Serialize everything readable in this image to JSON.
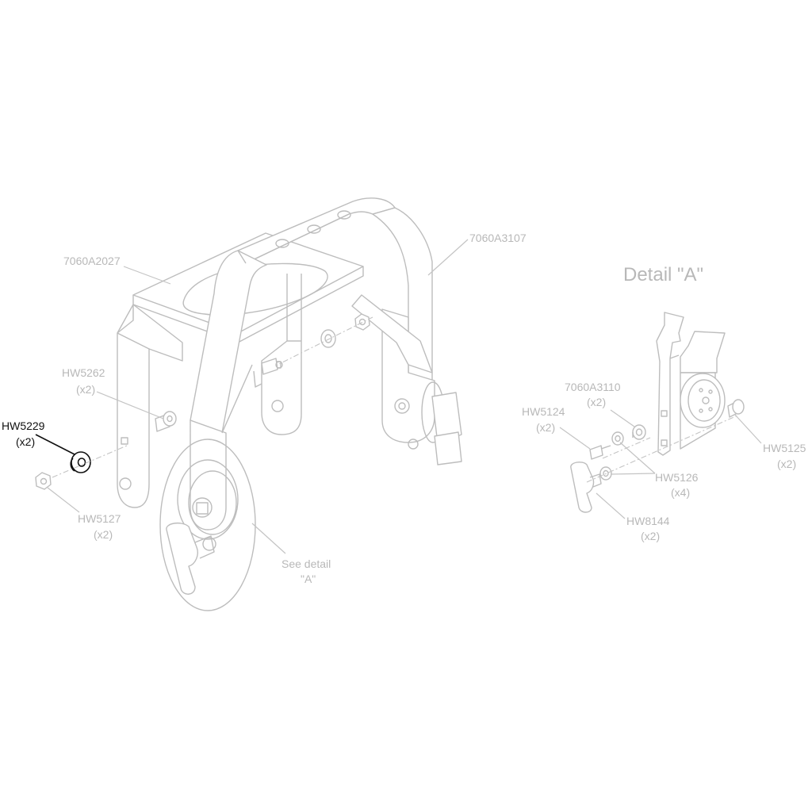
{
  "labels": {
    "part_7060A2027": "7060A2027",
    "part_7060A3107": "7060A3107",
    "part_HW5262": "HW5262",
    "part_HW5262_qty": "(x2)",
    "part_HW5229": "HW5229",
    "part_HW5229_qty": "(x2)",
    "part_HW5127": "HW5127",
    "part_HW5127_qty": "(x2)",
    "see_detail_line1": "See detail",
    "see_detail_line2": "\"A\"",
    "detail_title": "Detail \"A\"",
    "part_7060A3110": "7060A3110",
    "part_7060A3110_qty": "(x2)",
    "part_HW5124": "HW5124",
    "part_HW5124_qty": "(x2)",
    "part_HW5125": "HW5125",
    "part_HW5125_qty": "(x2)",
    "part_HW5126": "HW5126",
    "part_HW5126_qty": "(x4)",
    "part_HW8144": "HW8144",
    "part_HW8144_qty": "(x2)"
  },
  "highlighted_part": "HW5229",
  "colors": {
    "line": "#bdbdbd",
    "label": "#b8b8b8",
    "highlight": "#111111",
    "background": "#ffffff"
  }
}
